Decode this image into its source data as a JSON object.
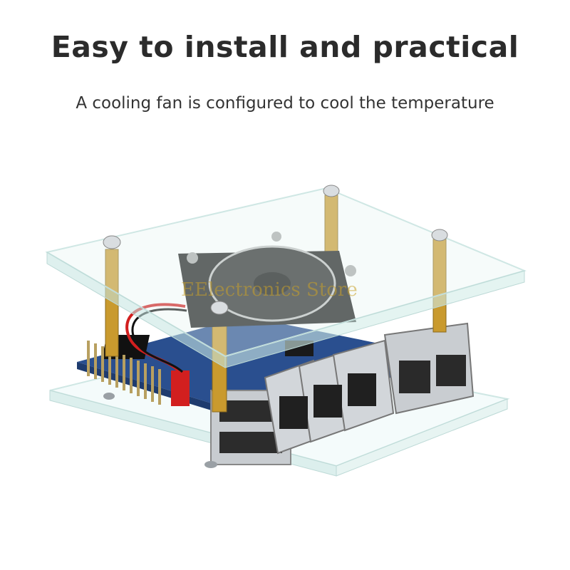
{
  "headline": "Easy to install and practical",
  "subline": "A cooling fan is configured to cool the temperature",
  "watermark": "EElectronics Store",
  "colors": {
    "acrylic_edge": "#cfe7e4",
    "pcb_blue": "#2a4f8f",
    "brass": "#c99a2e",
    "fan_black": "#1d1d1d",
    "wire_red": "#d21f1f",
    "metal": "#c8ccd0"
  }
}
